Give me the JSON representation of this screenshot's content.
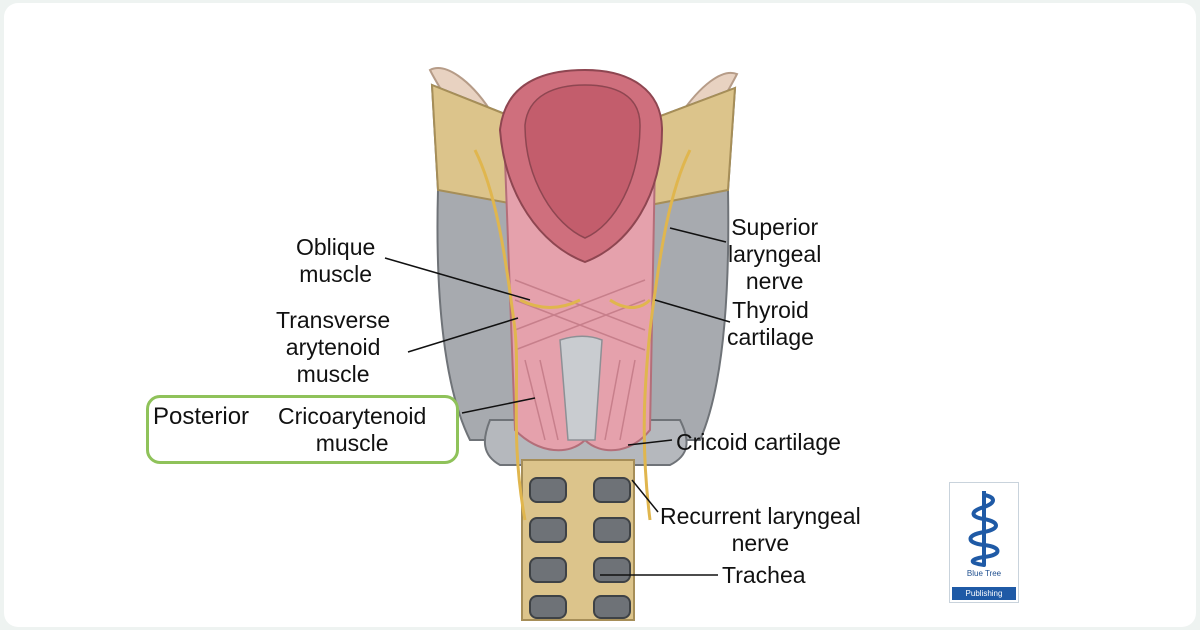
{
  "labels": {
    "oblique": [
      "Oblique",
      "muscle"
    ],
    "transverse": [
      "Transverse",
      "arytenoid",
      "muscle"
    ],
    "posterior_word": "Posterior",
    "posterior_rest": [
      "Cricoarytenoid",
      "muscle"
    ],
    "superior": [
      "Superior",
      "laryngeal",
      "nerve"
    ],
    "thyroid": [
      "Thyroid",
      "cartilage"
    ],
    "cricoid": "Cricoid cartilage",
    "recurrent": [
      "Recurrent laryngeal",
      "nerve"
    ],
    "trachea": "Trachea"
  },
  "logo": {
    "name": "Blue Tree",
    "band": "Publishing"
  },
  "colors": {
    "highlight_border": "#8fc25a",
    "muscle": "#e5a1ac",
    "cartilage": "#a7aaaf",
    "nerve": "#e0b64e",
    "bone": "#dcc48b",
    "logo_blue": "#1f5aa6"
  }
}
